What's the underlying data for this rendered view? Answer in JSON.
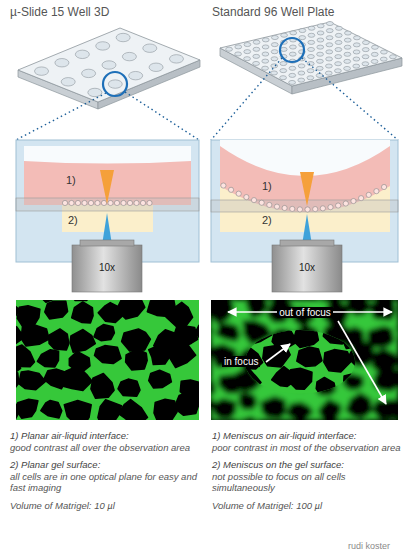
{
  "diagram": {
    "labels": [
      "µ-Slide 15 Well 3D",
      "Standard 96 Well Plate",
      "1)",
      "2)",
      "10x",
      "1)",
      "2)",
      "10x",
      "out of focus",
      "in focus",
      "1) Planar air-liquid interface:",
      "good contrast all over the observation area",
      "2) Planar gel surface:",
      "all cells are in one optical plane for easy and fast imaging",
      "Volume of Matrigel: 10 µl",
      "1) Meniscus on air-liquid interface:",
      "poor contrast in most of the observation area",
      "2) Meniscus on the gel surface:",
      "not possible to focus on all cells simultaneously",
      "Volume of Matrigel: 100 µl",
      "rudi koster"
    ]
  }
}
